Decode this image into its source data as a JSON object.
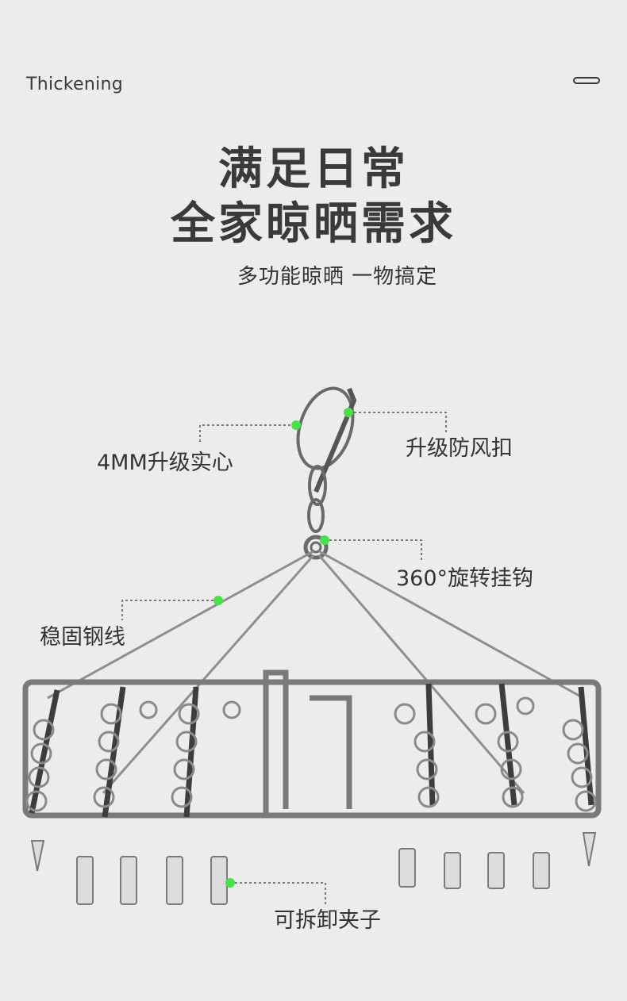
{
  "header": {
    "eyebrow": "Thickening"
  },
  "hero": {
    "title_line1": "满足日常",
    "title_line2": "全家晾晒需求",
    "subtitle": "多功能晾晒 一物搞定"
  },
  "callouts": {
    "solid": "4MM升级实心",
    "windproof": "升级防风扣",
    "rotating": "360°旋转挂钩",
    "wire": "稳固钢线",
    "clips": "可拆卸夹子"
  },
  "colors": {
    "text": "#333333",
    "accent_dot": "#4be04b",
    "background": "#ececec"
  }
}
